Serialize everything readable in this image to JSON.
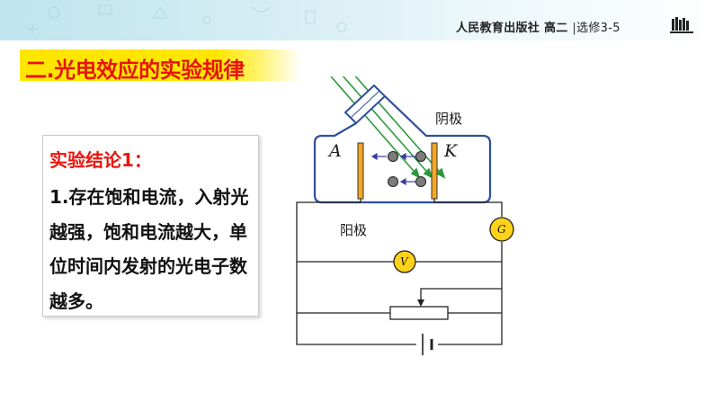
{
  "header": {
    "publisher": "人民教育出版社",
    "grade": "高二",
    "separator": "|",
    "course": "选修3-5"
  },
  "section": {
    "title": "二.光电效应的实验规律"
  },
  "conclusion": {
    "heading": "实验结论1：",
    "body": "1.存在饱和电流，入射光越强，饱和电流越大，单位时间内发射的光电子数越多。"
  },
  "diagram": {
    "cathode_label": "阴极",
    "anode_label": "阳极",
    "anode_symbol": "A",
    "cathode_symbol": "K",
    "galvanometer_symbol": "G",
    "voltmeter_symbol": "V"
  },
  "colors": {
    "title_red": "#e8140c",
    "highlight_yellow": "#ffe600",
    "tube_blue": "#2f4f9c",
    "light_green": "#2b9a3c",
    "electrode_orange": "#f5a623",
    "meter_yellow": "#ffd21a"
  }
}
